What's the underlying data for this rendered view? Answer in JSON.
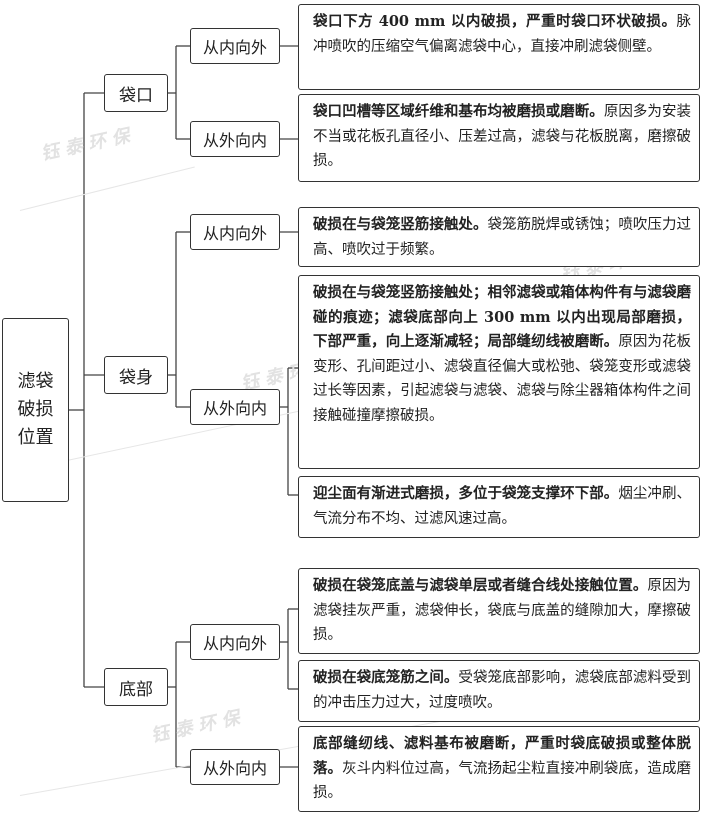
{
  "root": {
    "label": "滤袋破损位置"
  },
  "watermark": "钰泰环保",
  "branches": [
    {
      "label": "袋口",
      "subs": [
        {
          "label": "从内向外",
          "leaves": [
            {
              "bold": "袋口下方 400 mm 以内破损，严重时袋口环状破损。",
              "desc": "脉冲喷吹的压缩空气偏离滤袋中心，直接冲刷滤袋侧壁。"
            }
          ]
        },
        {
          "label": "从外向内",
          "leaves": [
            {
              "bold": "袋口凹槽等区域纤维和基布均被磨损或磨断。",
              "desc": "原因多为安装不当或花板孔直径小、压差过高，滤袋与花板脱离，磨擦破损。"
            }
          ]
        }
      ]
    },
    {
      "label": "袋身",
      "subs": [
        {
          "label": "从内向外",
          "leaves": [
            {
              "bold": "破损在与袋笼竖筋接触处。",
              "desc": "袋笼筋脱焊或锈蚀；喷吹压力过高、喷吹过于频繁。"
            }
          ]
        },
        {
          "label": "从外向内",
          "leaves": [
            {
              "bold": "破损在与袋笼竖筋接触处；相邻滤袋或箱体构件有与滤袋磨碰的痕迹；滤袋底部向上 300 mm 以内出现局部磨损，下部严重，向上逐渐减轻；局部缝纫线被磨断。",
              "desc": "原因为花板变形、孔间距过小、滤袋直径偏大或松弛、袋笼变形或滤袋过长等因素，引起滤袋与滤袋、滤袋与除尘器箱体构件之间接触碰撞摩擦破损。"
            },
            {
              "bold": "迎尘面有渐进式磨损，多位于袋笼支撑环下部。",
              "desc": "烟尘冲刷、气流分布不均、过滤风速过高。"
            }
          ]
        }
      ]
    },
    {
      "label": "底部",
      "subs": [
        {
          "label": "从内向外",
          "leaves": [
            {
              "bold": "破损在袋笼底盖与滤袋单层或者缝合线处接触位置。",
              "desc": "原因为滤袋挂灰严重，滤袋伸长，袋底与底盖的缝隙加大，摩擦破损。"
            },
            {
              "bold": "破损在袋底笼筋之间。",
              "desc": "受袋笼底部影响，滤袋底部滤料受到的冲击压力过大，过度喷吹。"
            }
          ]
        },
        {
          "label": "从外向内",
          "leaves": [
            {
              "bold": "底部缝纫线、滤料基布被磨断，严重时袋底破损或整体脱落。",
              "desc": "灰斗内料位过高，气流扬起尘粒直接冲刷袋底，造成磨损。"
            }
          ]
        }
      ]
    }
  ]
}
